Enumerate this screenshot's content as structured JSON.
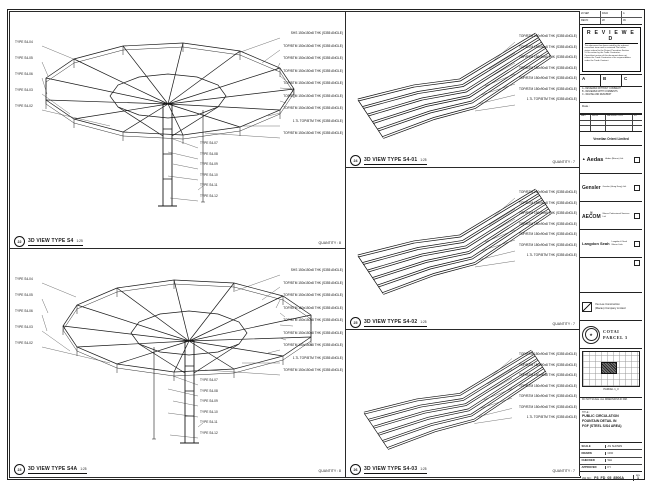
{
  "panels": {
    "lt": {
      "num": "22",
      "title": "3D VIEW TYPE S4",
      "scale": "1:25",
      "qty": "QUANTITY : 8"
    },
    "lb": {
      "num": "23",
      "title": "3D VIEW TYPE S4A",
      "scale": "1:25",
      "qty": "QUANTITY : 8"
    },
    "mt": {
      "num": "24",
      "title": "3D VIEW TYPE S4-01",
      "scale": "1:25",
      "qty": "QUANTITY : 7"
    },
    "mm": {
      "num": "25",
      "title": "3D VIEW TYPE S4-02",
      "scale": "1:25",
      "qty": "QUANTITY : 7"
    },
    "mb": {
      "num": "26",
      "title": "3D VIEW TYPE S4-03",
      "scale": "1:25",
      "qty": "QUANTITY : 7"
    }
  },
  "canopy": {
    "right": [
      "SHS 150x150x8 THK (S355 ANGLE)",
      "TOP/BTM 150x150x8 THK (S355 ANGLE)",
      "TOP/BTM 150x150x8 THK (S355 ANGLE)",
      "TOP/BTM 150x150x8 THK (S355 ANGLE)",
      "TOP/BTM 150x150x8 THK (S355 ANGLE)",
      "TOP/BTM 150x150x8 THK (S355 ANGLE)",
      "TOP/BTM 150x150x8 THK (S355 ANGLE)",
      "1.7L TOP/BTM THK (S355 ANGLE)",
      "TOP/BTM 150x150x8 THK (S355 ANGLE)"
    ],
    "left": [
      "TYPE S4-04",
      "TYPE S4-05",
      "TYPE S4-06",
      "TYPE S4-03",
      "TYPE S4-02"
    ],
    "bottom": [
      "TYPE S4-07",
      "TYPE S4-08",
      "TYPE S4-09",
      "TYPE S4-10",
      "TYPE S4-11",
      "TYPE S4-12"
    ]
  },
  "tube": {
    "right": [
      "TOP/BTM 150x90x8 THK (S355 ANGLE)",
      "TOP/BTM 150x90x8 THK (S355 ANGLE)",
      "TOP/BTM 150x90x8 THK (S355 ANGLE)",
      "TOP/BTM 150x90x8 THK (S355 ANGLE)",
      "TOP/BTM 150x90x8 THK (S355 ANGLE)",
      "TOP/BTM 150x90x8 THK (S355 ANGLE)",
      "1.7L TOP/BTM THK (S355 ANGLE)"
    ]
  },
  "tb": {
    "doc": {
      "c1": "20 SEP",
      "c2": "RA02",
      "c3": "A",
      "c4": "REC'D",
      "c5": "28",
      "c6": "09"
    },
    "reviewed": {
      "title": "R E V I E W E D",
      "l1": "This document has been noted by the relevant",
      "l2": "consultant team and is reviewed. No further",
      "l3": "status referral to the Project Procedure Section",
      "l4": "5.4 for action by the Trade Contractor.",
      "l5": "Consultant review of this document does not",
      "l6": "relieve the Trade Contractor of its responsibilities",
      "l7": "under the Trade Contract."
    },
    "abc": {
      "a": "A",
      "b": "B",
      "c": "C"
    },
    "mean": {
      "l1": "A - REVIEWED WITHOUT COMMENT",
      "l2": "B - REVIEWED WITH COMMENTS",
      "l3": "C - REVISE AND RESUBMIT"
    },
    "date_label": "Date :",
    "rev": {
      "h1": "REV",
      "h2": "DATE",
      "h3": "DESCRIPTION",
      "h4": "BY"
    },
    "client": "Venetian Orient Limited",
    "aedas": {
      "name": "Aedas",
      "sub": "Aedas (Macau) Ltd."
    },
    "gensler": {
      "name": "Gensler",
      "sub": "Gensler (Hong Kong) Ltd."
    },
    "aecom": {
      "name": "AECOM",
      "sub": "Macau Professional Services Ltd."
    },
    "langdon": {
      "name": "Langdon Seah",
      "sub": "Langdon & Seah Macau Ltda."
    },
    "contractor": {
      "l1": "Yau Lee Construction",
      "l2": "(Macau) Company Limited"
    },
    "seal": {
      "l1": "COTAI",
      "l2": "PARCEL 3"
    },
    "keyplan_label": "PARCEL 1_3",
    "note": "DO NOT SCALE. ALL DIMENSIONS IN MM.",
    "title": {
      "label": "TITLE :",
      "l1": "PUBLIC CIRCULATION",
      "l2": "FOUNTAIN DETAIL IN",
      "l3": "FGF (STEEL S/S4 AREA)"
    },
    "fields": [
      {
        "label": "SCALE",
        "value": "AS SHOWN"
      },
      {
        "label": "DRAWN",
        "value": "CKD"
      },
      {
        "label": "CHECKED",
        "value": "WH"
      },
      {
        "label": "APPROVED",
        "value": "KY"
      }
    ],
    "dwg": {
      "label": "AW NO :",
      "value": "P3_FD_05_8506A",
      "rev_label": "REV",
      "rev_value": "1"
    }
  }
}
